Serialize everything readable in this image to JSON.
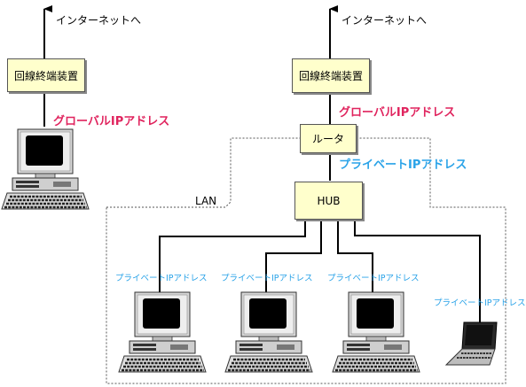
{
  "left": {
    "internet_label": "インターネットへ",
    "terminal_label": "回線終端装置",
    "global_ip_label": "グローバルIPアドレス"
  },
  "right": {
    "internet_label": "インターネットへ",
    "terminal_label": "回線終端装置",
    "global_ip_label": "グローバルIPアドレス",
    "router_label": "ルータ",
    "router_private_ip_label": "プライベートIPアドレス",
    "hub_label": "HUB",
    "lan_label": "LAN",
    "clients": [
      {
        "ip_label": "プライベートIPアドレス"
      },
      {
        "ip_label": "プライベートIPアドレス"
      },
      {
        "ip_label": "プライベートIPアドレス"
      },
      {
        "ip_label": "プライベートIPアドレス"
      }
    ]
  },
  "colors": {
    "global_ip": "#e0245e",
    "private_ip": "#2aa3e8",
    "device_box_fill": "#ffffcc"
  },
  "icons": {
    "pc": "desktop-computer-icon",
    "laptop": "laptop-icon"
  }
}
